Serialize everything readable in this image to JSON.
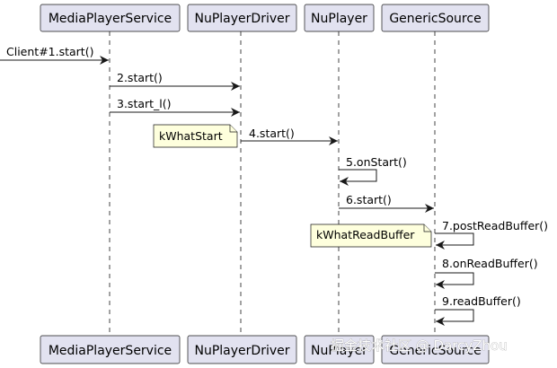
{
  "participants": [
    {
      "id": "mps",
      "label": "MediaPlayerService"
    },
    {
      "id": "npd",
      "label": "NuPlayerDriver"
    },
    {
      "id": "np",
      "label": "NuPlayer"
    },
    {
      "id": "gs",
      "label": "GenericSource"
    }
  ],
  "messages": [
    {
      "label": "Client#1.start()",
      "from": "external",
      "to": "mps"
    },
    {
      "label": "2.start()",
      "from": "mps",
      "to": "npd"
    },
    {
      "label": "3.start_l()",
      "from": "mps",
      "to": "npd"
    },
    {
      "label": "4.start()",
      "from": "npd",
      "to": "np"
    },
    {
      "label": "5.onStart()",
      "from": "np",
      "to": "np"
    },
    {
      "label": "6.start()",
      "from": "np",
      "to": "gs"
    },
    {
      "label": "7.postReadBuffer()",
      "from": "gs",
      "to": "gs"
    },
    {
      "label": "8.onReadBuffer()",
      "from": "gs",
      "to": "gs"
    },
    {
      "label": "9.readBuffer()",
      "from": "gs",
      "to": "gs"
    }
  ],
  "notes": [
    {
      "label": "kWhatStart"
    },
    {
      "label": "kWhatReadBuffer"
    }
  ],
  "watermark": "掘金技术社区 @ DarcyZhou"
}
